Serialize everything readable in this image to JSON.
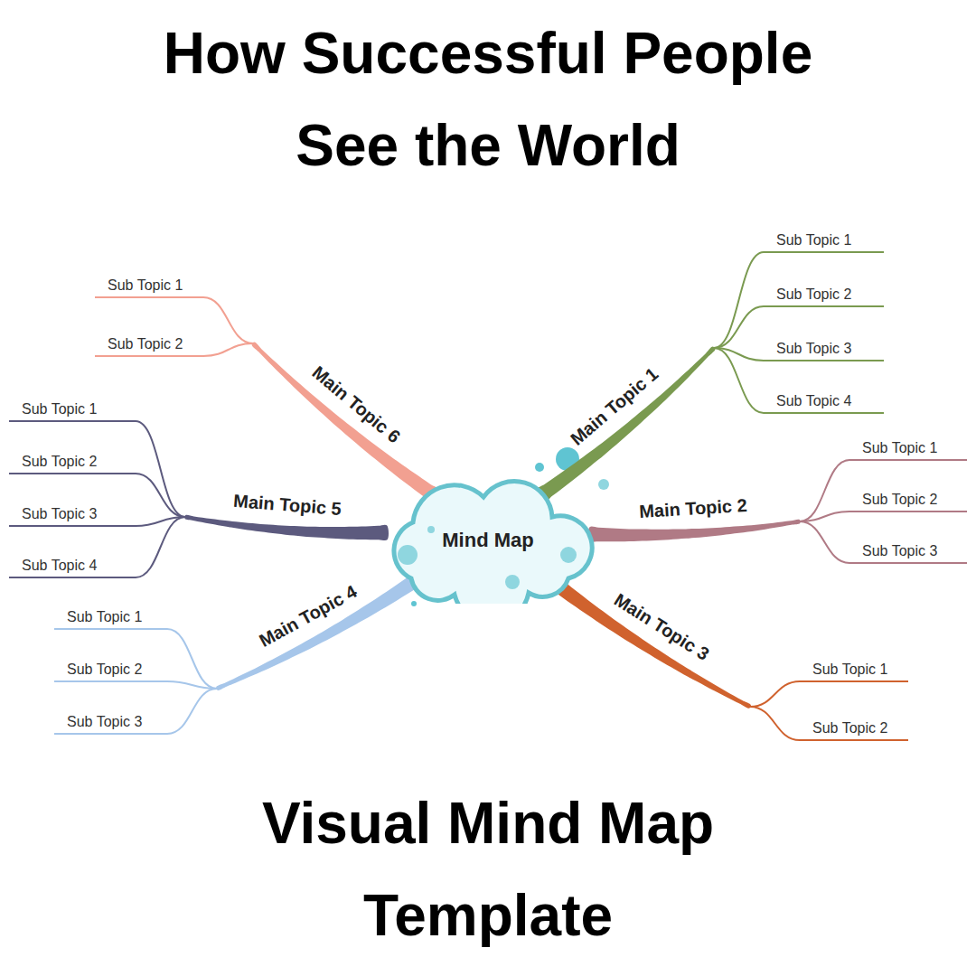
{
  "diagram": {
    "title": "How Successful People See the World",
    "caption": "Visual Mind Map Template",
    "nodes": [
      {
        "text": [
          "Mind Map"
        ]
      },
      {
        "text": [
          "Main Topic 1"
        ]
      },
      {
        "text": [
          "Sub Topic 1"
        ]
      },
      {
        "text": [
          "Sub Topic 2"
        ]
      },
      {
        "text": [
          "Sub Topic 3"
        ]
      },
      {
        "text": [
          "Sub Topic 4"
        ]
      },
      {
        "text": [
          "Main Topic 2"
        ]
      },
      {
        "text": [
          "Sub Topic 1"
        ]
      },
      {
        "text": [
          "Sub Topic 2"
        ]
      },
      {
        "text": [
          "Sub Topic 3"
        ]
      },
      {
        "text": [
          "Main Topic 3"
        ]
      },
      {
        "text": [
          "Sub Topic 1"
        ]
      },
      {
        "text": [
          "Sub Topic 2"
        ]
      },
      {
        "text": [
          "Main Topic 4"
        ]
      },
      {
        "text": [
          "Sub Topic 1"
        ]
      },
      {
        "text": [
          "Sub Topic 2"
        ]
      },
      {
        "text": [
          "Sub Topic 3"
        ]
      },
      {
        "text": [
          "Main Topic 5"
        ]
      },
      {
        "text": [
          "Sub Topic 1"
        ]
      },
      {
        "text": [
          "Sub Topic 2"
        ]
      },
      {
        "text": [
          "Sub Topic 3"
        ]
      },
      {
        "text": [
          "Sub Topic 4"
        ]
      },
      {
        "text": [
          "Main Topic 6"
        ]
      },
      {
        "text": [
          "Sub Topic 1"
        ]
      },
      {
        "text": [
          "Sub Topic 2"
        ]
      }
    ],
    "edges": [
      {
        "from": 0,
        "to": 1,
        "arrow": "none"
      },
      {
        "from": 1,
        "to": 2,
        "arrow": "none"
      },
      {
        "from": 1,
        "to": 3,
        "arrow": "none"
      },
      {
        "from": 1,
        "to": 4,
        "arrow": "none"
      },
      {
        "from": 1,
        "to": 5,
        "arrow": "none"
      },
      {
        "from": 0,
        "to": 6,
        "arrow": "none"
      },
      {
        "from": 6,
        "to": 7,
        "arrow": "none"
      },
      {
        "from": 6,
        "to": 8,
        "arrow": "none"
      },
      {
        "from": 6,
        "to": 9,
        "arrow": "none"
      },
      {
        "from": 0,
        "to": 10,
        "arrow": "none"
      },
      {
        "from": 10,
        "to": 11,
        "arrow": "none"
      },
      {
        "from": 10,
        "to": 12,
        "arrow": "none"
      },
      {
        "from": 0,
        "to": 13,
        "arrow": "none"
      },
      {
        "from": 13,
        "to": 14,
        "arrow": "none"
      },
      {
        "from": 13,
        "to": 15,
        "arrow": "none"
      },
      {
        "from": 13,
        "to": 16,
        "arrow": "none"
      },
      {
        "from": 0,
        "to": 17,
        "arrow": "none"
      },
      {
        "from": 17,
        "to": 18,
        "arrow": "none"
      },
      {
        "from": 17,
        "to": 19,
        "arrow": "none"
      },
      {
        "from": 17,
        "to": 20,
        "arrow": "none"
      },
      {
        "from": 17,
        "to": 21,
        "arrow": "none"
      },
      {
        "from": 0,
        "to": 22,
        "arrow": "none"
      },
      {
        "from": 22,
        "to": 23,
        "arrow": "none"
      },
      {
        "from": 22,
        "to": 24,
        "arrow": "none"
      }
    ]
  }
}
